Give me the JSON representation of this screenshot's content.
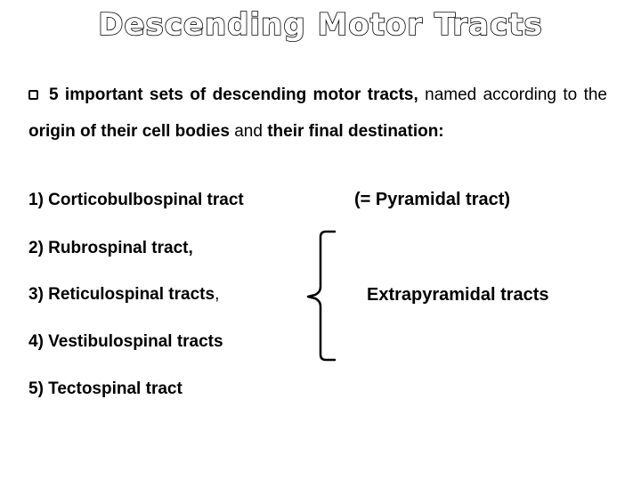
{
  "slide": {
    "title": "Descending Motor Tracts",
    "intro": {
      "text_plain_1": "5 important sets of descending motor tracts,",
      "text_plain_2": " named according to the ",
      "text_bold_1": "origin of their cell bodies",
      "text_plain_3": " and ",
      "text_bold_2": "their final destination:"
    },
    "items": [
      {
        "label": "1) Corticobulbospinal tract"
      },
      {
        "label": "2) Rubrospinal tract",
        "suffix": ","
      },
      {
        "label": "3) Reticulospinal tracts",
        "suffix": ","
      },
      {
        "label": "4) Vestibulospinal tracts"
      },
      {
        "label": "5) Tectospinal tract"
      }
    ],
    "pyramidal_label": "(= Pyramidal tract)",
    "extrapyramidal_label": "Extrapyramidal tracts"
  }
}
